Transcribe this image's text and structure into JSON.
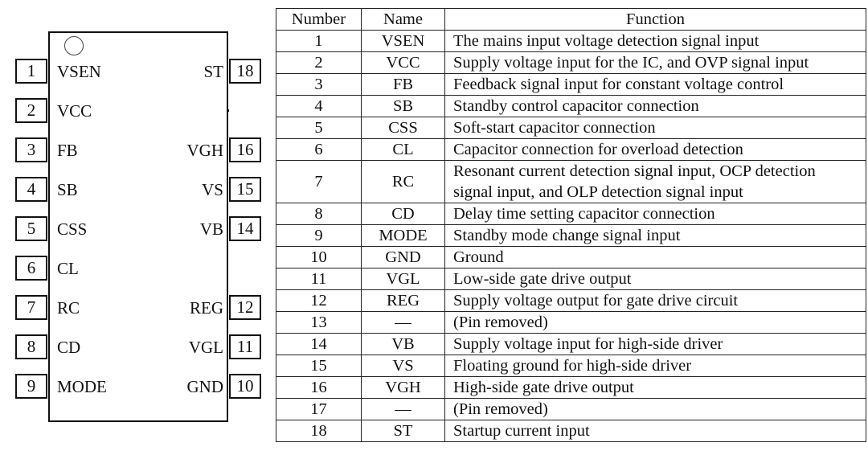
{
  "pins": {
    "left": [
      {
        "number": "1",
        "name": "VSEN"
      },
      {
        "number": "2",
        "name": "VCC"
      },
      {
        "number": "3",
        "name": "FB"
      },
      {
        "number": "4",
        "name": "SB"
      },
      {
        "number": "5",
        "name": "CSS"
      },
      {
        "number": "6",
        "name": "CL"
      },
      {
        "number": "7",
        "name": "RC"
      },
      {
        "number": "8",
        "name": "CD"
      },
      {
        "number": "9",
        "name": "MODE"
      }
    ],
    "right": [
      {
        "number": "18",
        "name": "ST"
      },
      {
        "number": "16",
        "name": "VGH"
      },
      {
        "number": "15",
        "name": "VS"
      },
      {
        "number": "14",
        "name": "VB"
      },
      {
        "number": "12",
        "name": "REG"
      },
      {
        "number": "11",
        "name": "VGL"
      },
      {
        "number": "10",
        "name": "GND"
      }
    ]
  },
  "table": {
    "headers": [
      "Number",
      "Name",
      "Function"
    ],
    "rows": [
      {
        "number": "1",
        "name": "VSEN",
        "function": "The mains input voltage detection signal input"
      },
      {
        "number": "2",
        "name": "VCC",
        "function": "Supply voltage input for the IC, and OVP signal input"
      },
      {
        "number": "3",
        "name": "FB",
        "function": "Feedback signal input for constant voltage control"
      },
      {
        "number": "4",
        "name": "SB",
        "function": "Standby control capacitor connection"
      },
      {
        "number": "5",
        "name": "CSS",
        "function": "Soft-start capacitor connection"
      },
      {
        "number": "6",
        "name": "CL",
        "function": "Capacitor connection for overload detection"
      },
      {
        "number": "7",
        "name": "RC",
        "function": "Resonant current detection signal input, OCP detection signal input, and OLP detection signal input"
      },
      {
        "number": "8",
        "name": "CD",
        "function": "Delay time setting capacitor connection"
      },
      {
        "number": "9",
        "name": "MODE",
        "function": "Standby mode change signal input"
      },
      {
        "number": "10",
        "name": "GND",
        "function": "Ground"
      },
      {
        "number": "11",
        "name": "VGL",
        "function": "Low-side gate drive output"
      },
      {
        "number": "12",
        "name": "REG",
        "function": "Supply voltage output for gate drive circuit"
      },
      {
        "number": "13",
        "name": "—",
        "function": "(Pin removed)"
      },
      {
        "number": "14",
        "name": "VB",
        "function": "Supply voltage input for high-side driver"
      },
      {
        "number": "15",
        "name": "VS",
        "function": "Floating ground for high-side driver"
      },
      {
        "number": "16",
        "name": "VGH",
        "function": "High-side gate drive output"
      },
      {
        "number": "17",
        "name": "—",
        "function": "(Pin removed)"
      },
      {
        "number": "18",
        "name": "ST",
        "function": "Startup current input"
      }
    ]
  }
}
